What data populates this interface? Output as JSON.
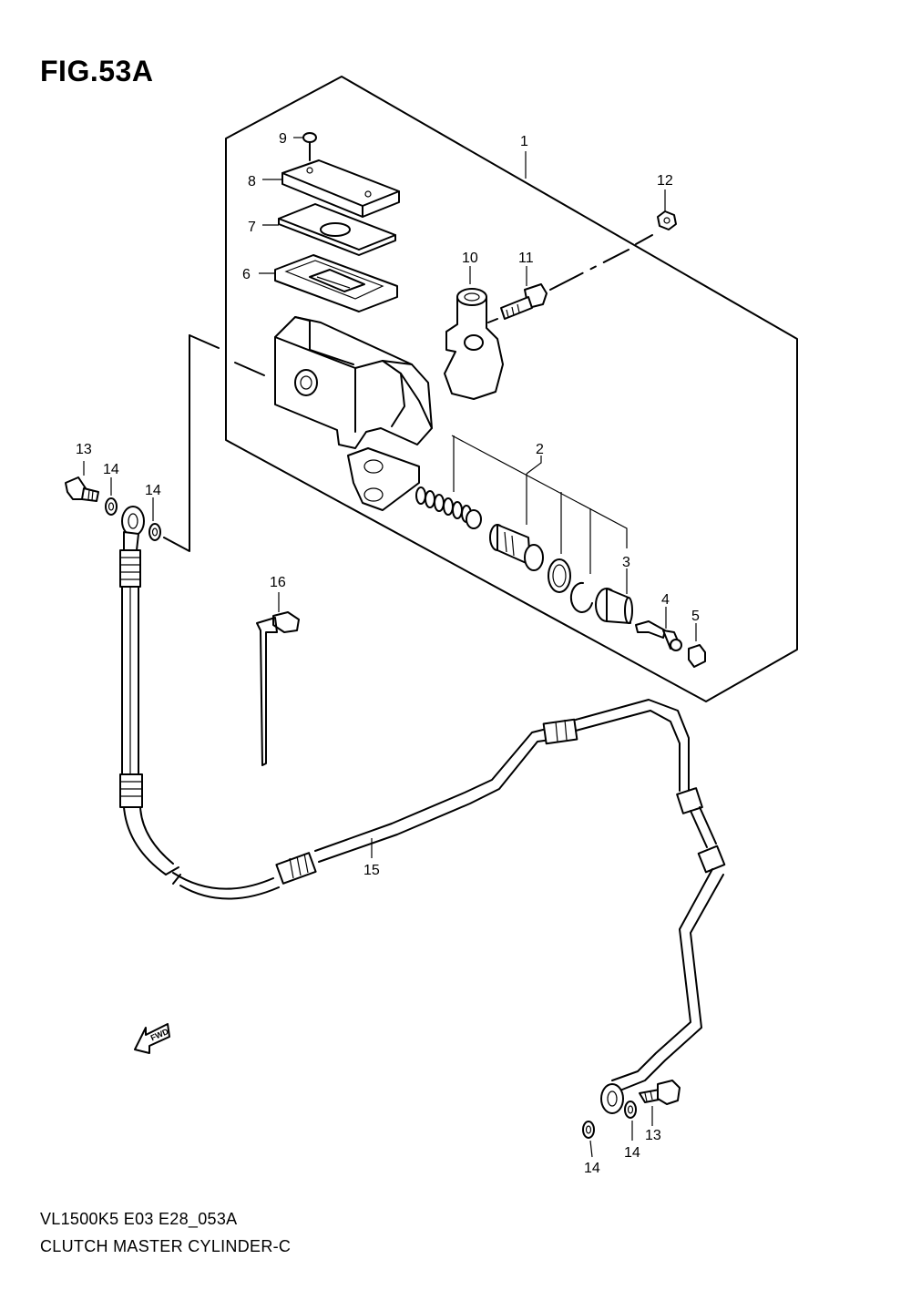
{
  "title": "FIG.53A",
  "footer": {
    "code": "VL1500K5 E03 E28_053A",
    "name": "CLUTCH MASTER CYLINDER-C"
  },
  "fwd_label": "FWD",
  "callouts": {
    "c1": "1",
    "c2": "2",
    "c3": "3",
    "c4": "4",
    "c5": "5",
    "c6": "6",
    "c7": "7",
    "c8": "8",
    "c9": "9",
    "c10": "10",
    "c11": "11",
    "c12": "12",
    "c13a": "13",
    "c13b": "13",
    "c14a": "14",
    "c14b": "14",
    "c14c": "14",
    "c14d": "14",
    "c15": "15",
    "c16": "16"
  }
}
